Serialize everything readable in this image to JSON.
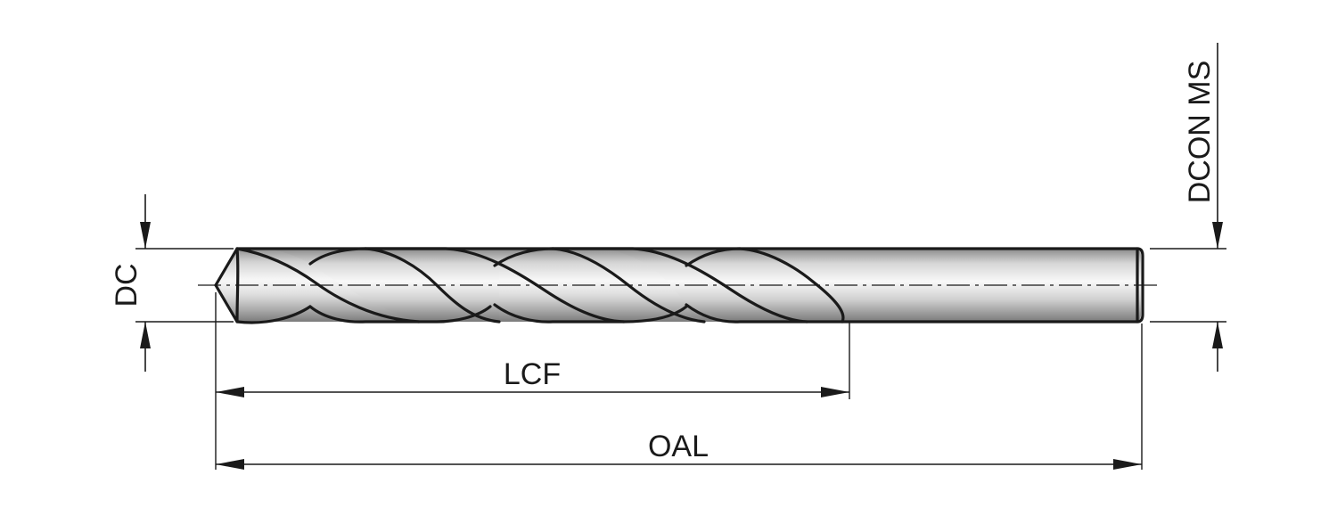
{
  "labels": {
    "dc": "DC",
    "lcf": "LCF",
    "oal": "OAL",
    "dcon": "DCON MS"
  },
  "colors": {
    "line": "#1a1a1a",
    "body_light": "#f4f4f4",
    "body_dark": "#9a9a9a",
    "background": "#ffffff"
  }
}
